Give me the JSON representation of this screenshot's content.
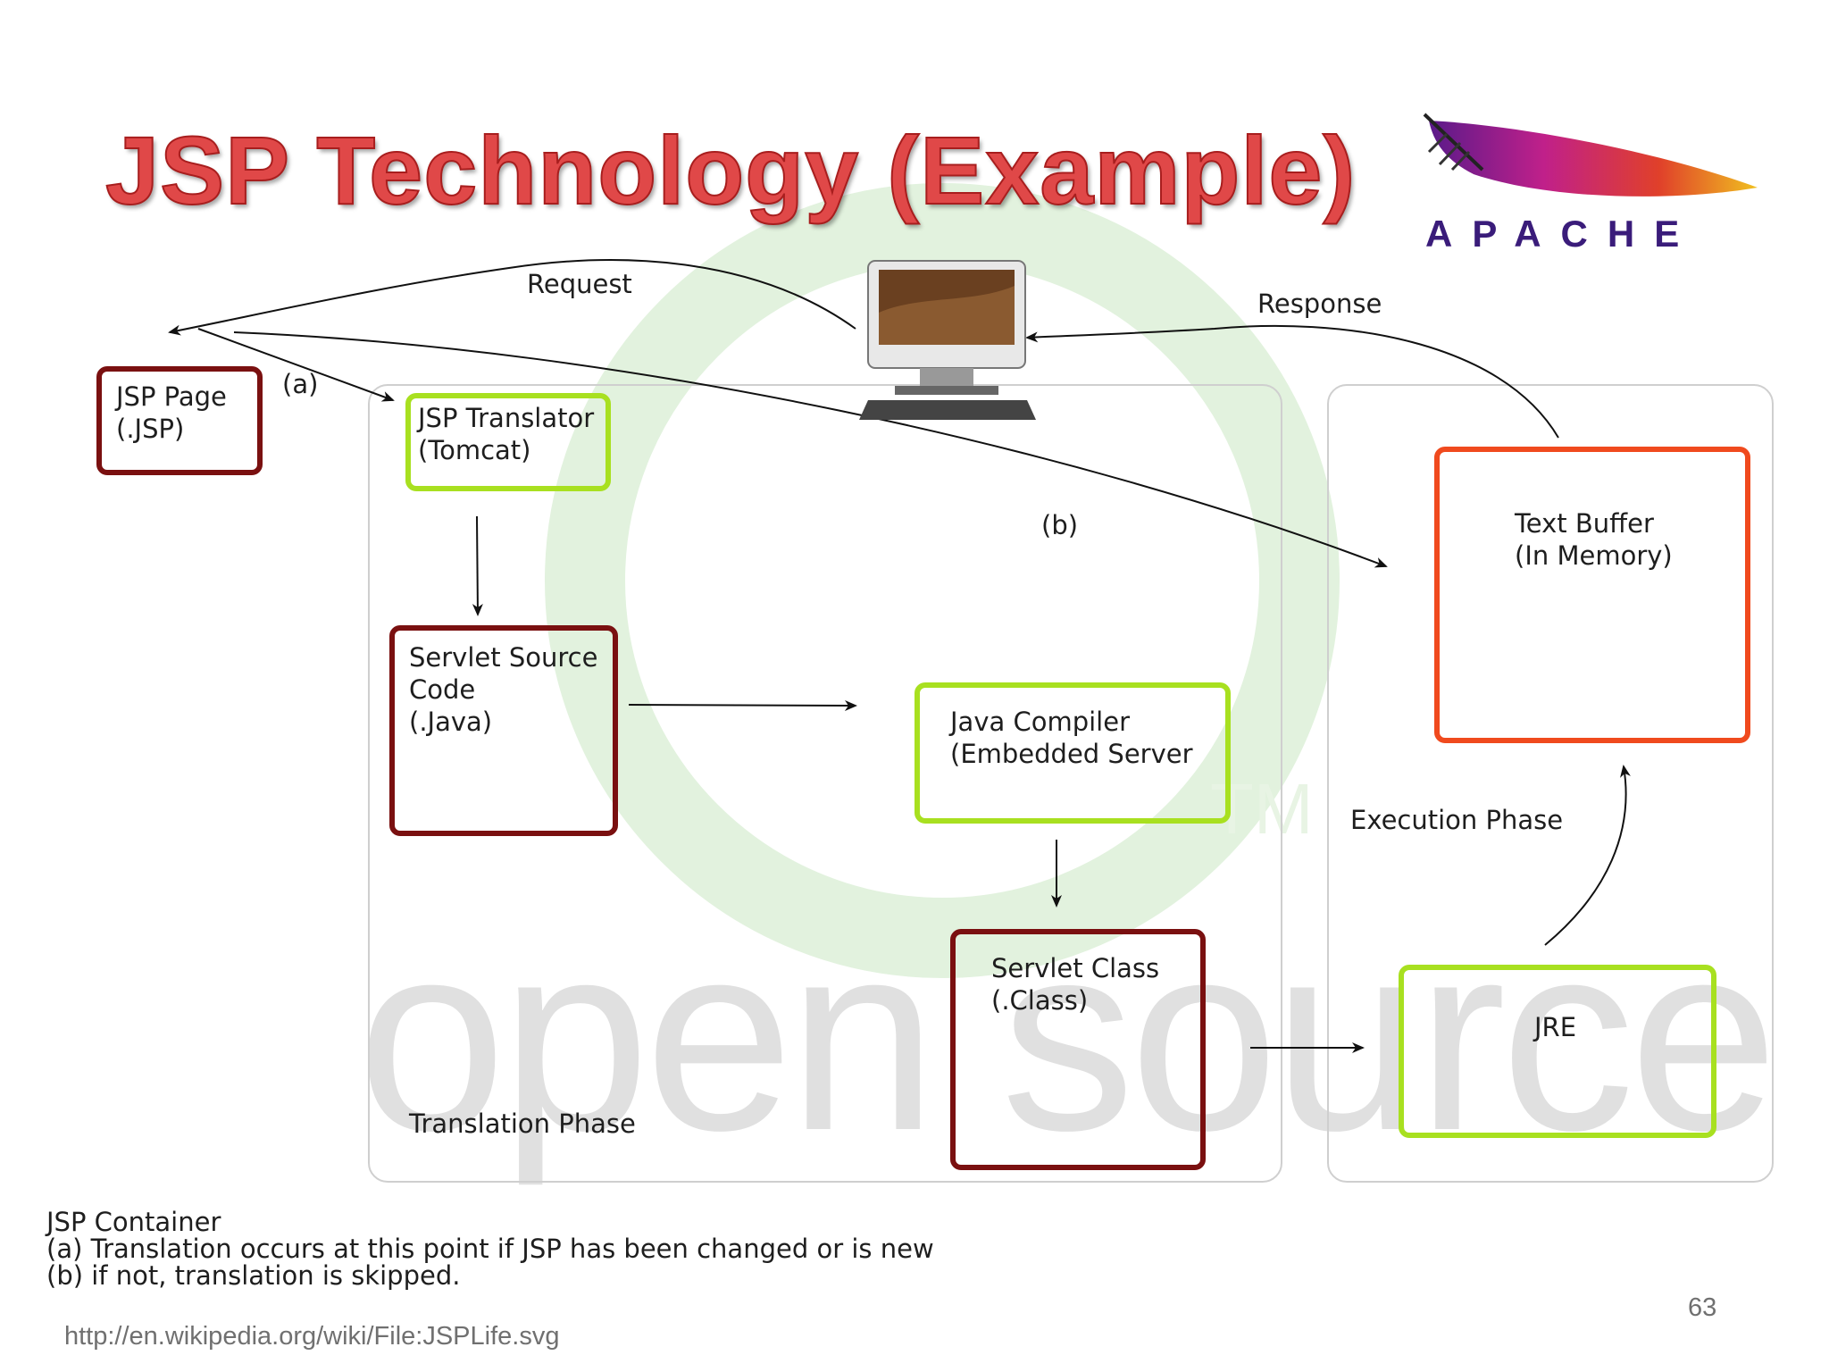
{
  "slide": {
    "title": "JSP Technology (Example)",
    "page_number": "63",
    "source_url": "http://en.wikipedia.org/wiki/File:JSPLife.svg"
  },
  "logo": {
    "apache_text": "APACHE",
    "feather_colors": [
      "#5a1a8a",
      "#c0208a",
      "#e0402a",
      "#f0a020"
    ]
  },
  "watermark": {
    "text": "open source",
    "tm": "TM",
    "color": "#e0e0e0",
    "ring_color": "#dcefd8"
  },
  "diagram": {
    "request_label": "Request",
    "response_label": "Response",
    "label_a": "(a)",
    "label_b": "(b)",
    "jsp_page": "JSP Page\n(.JSP)",
    "jsp_translator": "JSP Translator\n(Tomcat)",
    "servlet_source": "Servlet Source\nCode\n(.Java)",
    "java_compiler": "Java Compiler\n(Embedded Server",
    "servlet_class": "Servlet Class\n(.Class)",
    "translation_phase": "Translation Phase",
    "text_buffer": "Text Buffer\n(In Memory)",
    "execution_phase": "Execution Phase",
    "jre": "JRE",
    "container_title": "JSP Container",
    "note_a": "(a) Translation occurs at this point if JSP has been changed or is new",
    "note_b": "(b) if not, translation is skipped.",
    "colors": {
      "dark_border": "#7a1010",
      "green_border": "#a8e020",
      "orange_border": "#f04a1e"
    }
  }
}
